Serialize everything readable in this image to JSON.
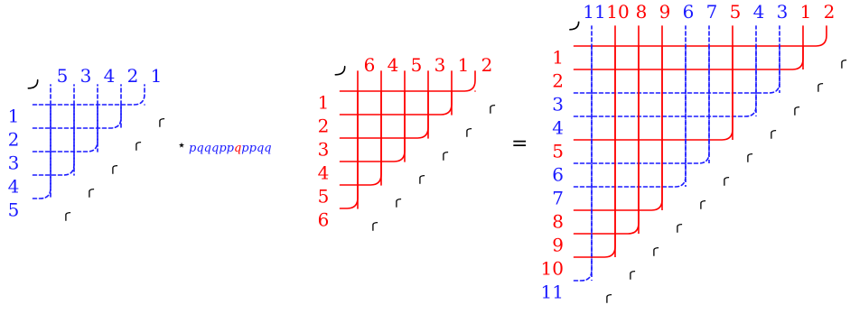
{
  "colors": {
    "blue": "#1a1aff",
    "red": "#ff0000",
    "black": "#000000"
  },
  "left_diagram": {
    "color": "blue",
    "style": "dashed",
    "top_labels": [
      "5",
      "3",
      "4",
      "2",
      "1"
    ],
    "left_labels": [
      "1",
      "2",
      "3",
      "4",
      "5"
    ]
  },
  "operator": {
    "star": "⋆",
    "word": [
      {
        "ch": "p",
        "color": "blue"
      },
      {
        "ch": "q",
        "color": "blue"
      },
      {
        "ch": "q",
        "color": "blue"
      },
      {
        "ch": "q",
        "color": "blue"
      },
      {
        "ch": "p",
        "color": "blue"
      },
      {
        "ch": "p",
        "color": "blue"
      },
      {
        "ch": "q",
        "color": "red"
      },
      {
        "ch": "p",
        "color": "blue"
      },
      {
        "ch": "p",
        "color": "blue"
      },
      {
        "ch": "q",
        "color": "blue"
      },
      {
        "ch": "q",
        "color": "blue"
      }
    ]
  },
  "middle_diagram": {
    "color": "red",
    "style": "solid",
    "top_labels": [
      "6",
      "4",
      "5",
      "3",
      "1",
      "2"
    ],
    "left_labels": [
      "1",
      "2",
      "3",
      "4",
      "5",
      "6"
    ]
  },
  "equals": "=",
  "right_diagram": {
    "top_labels": [
      {
        "text": "11",
        "color": "blue"
      },
      {
        "text": "10",
        "color": "red"
      },
      {
        "text": "8",
        "color": "red"
      },
      {
        "text": "9",
        "color": "red"
      },
      {
        "text": "6",
        "color": "blue"
      },
      {
        "text": "7",
        "color": "blue"
      },
      {
        "text": "5",
        "color": "red"
      },
      {
        "text": "4",
        "color": "blue"
      },
      {
        "text": "3",
        "color": "blue"
      },
      {
        "text": "1",
        "color": "red"
      },
      {
        "text": "2",
        "color": "red"
      }
    ],
    "left_labels": [
      {
        "text": "1",
        "color": "red"
      },
      {
        "text": "2",
        "color": "red"
      },
      {
        "text": "3",
        "color": "blue"
      },
      {
        "text": "4",
        "color": "blue"
      },
      {
        "text": "5",
        "color": "red"
      },
      {
        "text": "6",
        "color": "blue"
      },
      {
        "text": "7",
        "color": "blue"
      },
      {
        "text": "8",
        "color": "red"
      },
      {
        "text": "9",
        "color": "red"
      },
      {
        "text": "10",
        "color": "red"
      },
      {
        "text": "11",
        "color": "blue"
      }
    ]
  }
}
